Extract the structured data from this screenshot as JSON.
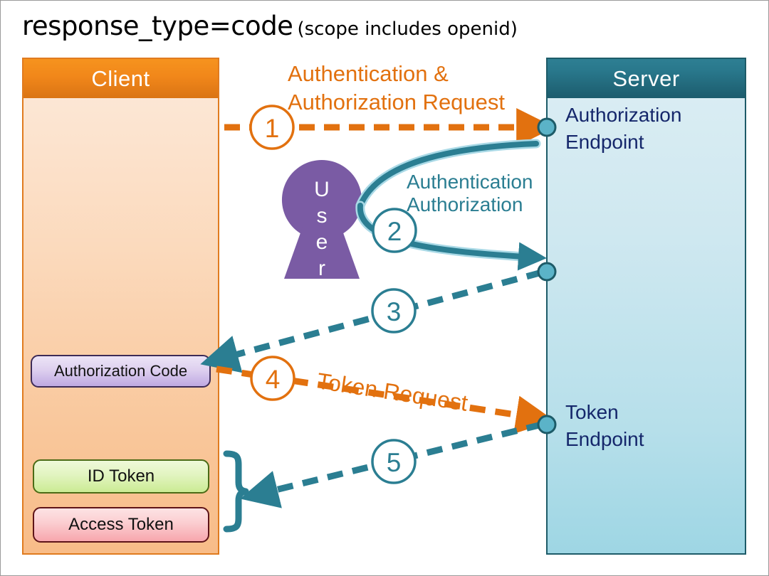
{
  "title": {
    "main": "response_type=code",
    "sub": "(scope includes openid)"
  },
  "colors": {
    "orange": "#e2710f",
    "orange_header": "#f1871a",
    "teal": "#2b7e92",
    "teal_dark": "#1c5c6d",
    "navy_text": "#15276b",
    "purple_user": "#7a5ba4",
    "client_fill": "#f9c79b",
    "server_fill": "#b6dfea"
  },
  "client": {
    "header_label": "Client",
    "chips": [
      {
        "id": "authorization-code",
        "label": "Authorization Code"
      },
      {
        "id": "id-token",
        "label": "ID Token"
      },
      {
        "id": "access-token",
        "label": "Access Token"
      }
    ]
  },
  "server": {
    "header_label": "Server",
    "endpoints": [
      {
        "id": "authorization-endpoint",
        "label": "Authorization\nEndpoint"
      },
      {
        "id": "token-endpoint",
        "label": "Token\nEndpoint"
      }
    ]
  },
  "actor": {
    "label": "User",
    "letters": [
      "U",
      "s",
      "e",
      "r"
    ]
  },
  "steps": [
    {
      "number": "1",
      "label": "Authentication &\nAuthorization Request",
      "label_line1": "Authentication &",
      "label_line2": "Authorization Request",
      "color": "orange",
      "direction": "client-to-server",
      "style": "dashed"
    },
    {
      "number": "2",
      "label": "Authentication\nAuthorization",
      "label_line1": "Authentication",
      "label_line2": "Authorization",
      "color": "teal",
      "direction": "server-to-user-to-server",
      "style": "solid-curve"
    },
    {
      "number": "3",
      "label": "",
      "color": "teal",
      "direction": "server-to-client",
      "style": "dashed"
    },
    {
      "number": "4",
      "label": "Token Request",
      "color": "orange",
      "direction": "client-to-server",
      "style": "dashed"
    },
    {
      "number": "5",
      "label": "",
      "color": "teal",
      "direction": "server-to-client",
      "style": "dashed"
    }
  ]
}
